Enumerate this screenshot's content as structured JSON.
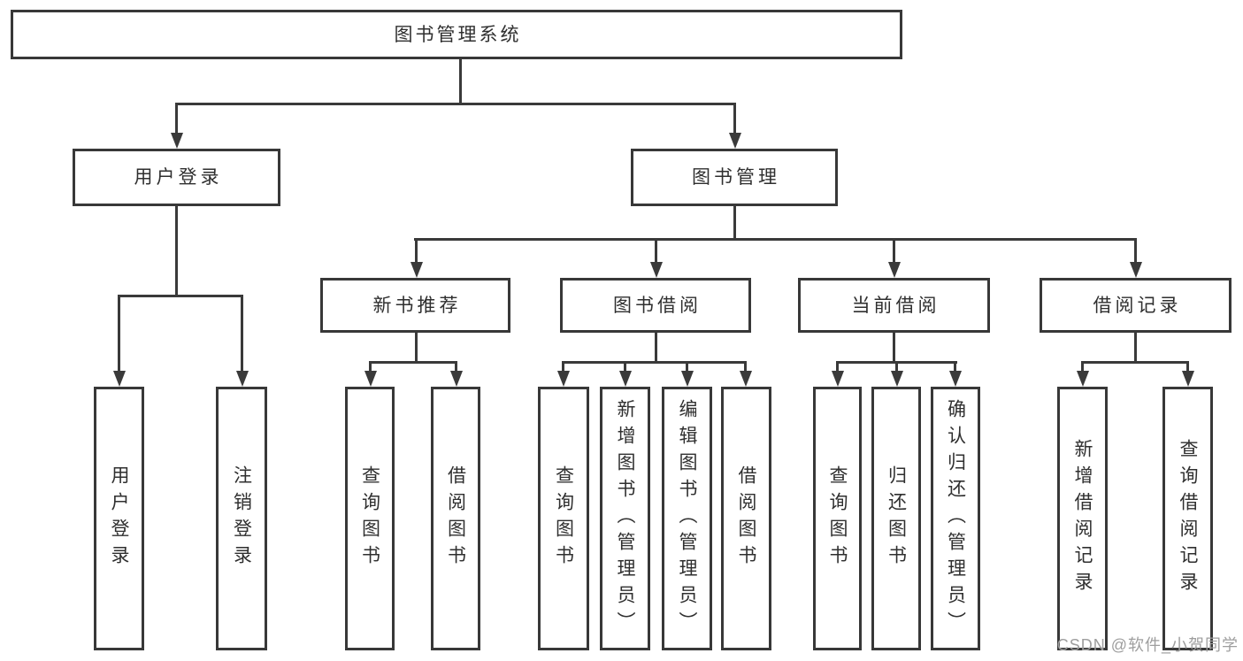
{
  "tree": {
    "label": "图书管理系统",
    "children": [
      {
        "label": "用户登录",
        "children": [
          {
            "label": "用户登录"
          },
          {
            "label": "注销登录"
          }
        ]
      },
      {
        "label": "图书管理",
        "children": [
          {
            "label": "新书推荐",
            "children": [
              {
                "label": "查询图书"
              },
              {
                "label": "借阅图书"
              }
            ]
          },
          {
            "label": "图书借阅",
            "children": [
              {
                "label": "查询图书"
              },
              {
                "label": "新增图书（管理员）"
              },
              {
                "label": "编辑图书（管理员）"
              },
              {
                "label": "借阅图书"
              }
            ]
          },
          {
            "label": "当前借阅",
            "children": [
              {
                "label": "查询图书"
              },
              {
                "label": "归还图书"
              },
              {
                "label": "确认归还（管理员）"
              }
            ]
          },
          {
            "label": "借阅记录",
            "children": [
              {
                "label": "新增借阅记录"
              },
              {
                "label": "查询借阅记录"
              }
            ]
          }
        ]
      }
    ]
  },
  "watermark": {
    "text": "CSDN @软件_小贺同学"
  },
  "colors": {
    "line": "#3a3a3a",
    "border": "#383838",
    "text": "#2f2f2f",
    "watermark_text": "#9e9e9e",
    "background": "#ffffff"
  }
}
